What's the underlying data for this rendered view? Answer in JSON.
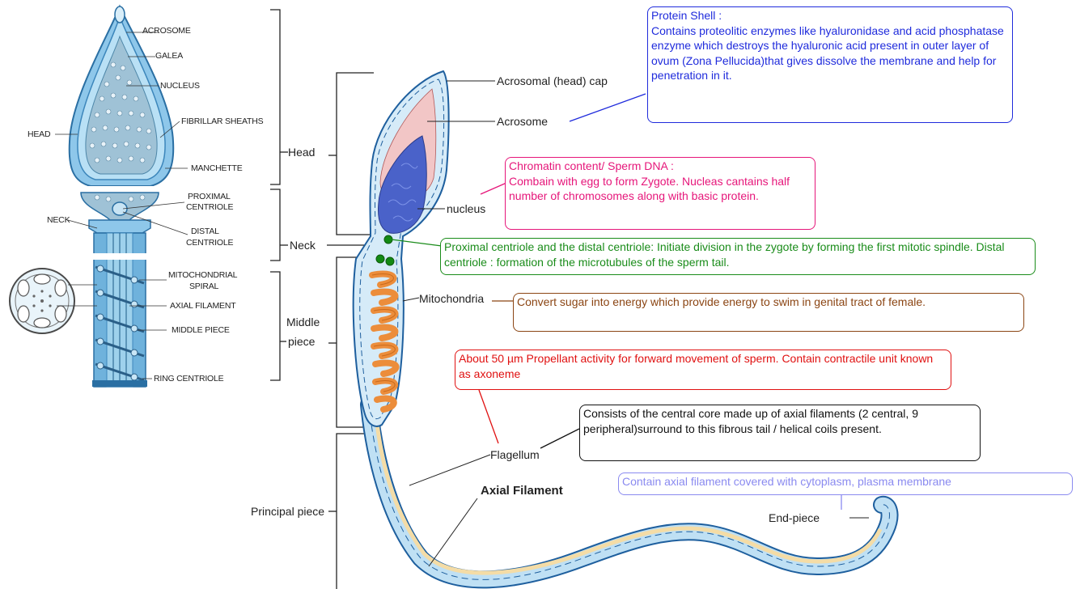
{
  "left_panel": {
    "labels": {
      "acrosome": "ACROSOME",
      "galea": "GALEA",
      "nucleus": "NUCLEUS",
      "fibrillar": "FIBRILLAR SHEATHS",
      "head": "HEAD",
      "manchette": "MANCHETTE",
      "proximal1": "PROXIMAL",
      "proximal2": "CENTRIOLE",
      "neck": "NECK",
      "distal1": "DISTAL",
      "distal2": "CENTRIOLE",
      "mito1": "MITOCHONDRIAL",
      "mito2": "SPIRAL",
      "axial": "AXIAL FILAMENT",
      "middle": "MIDDLE PIECE",
      "ring": "RING CENTRIOLE"
    }
  },
  "sections": {
    "head": "Head",
    "neck": "Neck",
    "middle1": "Middle",
    "middle2": "piece",
    "principal": "Principal piece"
  },
  "parts": {
    "acrosomal_cap": "Acrosomal (head) cap",
    "acrosome": "Acrosome",
    "nucleus": "nucleus",
    "mitochondria": "Mitochondria",
    "flagellum": "Flagellum",
    "axial_filament": "Axial Filament",
    "end_piece": "End-piece"
  },
  "callouts": {
    "protein_shell": {
      "title": "Protein Shell :",
      "body": "Contains  proteolitic enzymes like hyaluronidase and acid phosphatase enzyme which destroys the hyaluronic acid present in outer layer of ovum (Zona Pellucida)that gives dissolve the membrane and help for penetration in it.",
      "color": "#1f2bdc"
    },
    "chromatin": {
      "title": "Chromatin content/ Sperm DNA :",
      "body": "Combain with egg to form Zygote. Nucleas cantains half number of chromosomes along with basic protein.",
      "color": "#e6167a"
    },
    "centrioles": {
      "body": "Proximal centriole and the distal centriole: Initiate division in the zygote by forming the first mitotic spindle. Distal centriole : formation of the microtubules of the sperm tail.",
      "color": "#1a8c1a"
    },
    "mitochondria": {
      "body": "Convert sugar into energy which provide energy to swim in genital tract of female.",
      "color": "#8b4513"
    },
    "flagellum": {
      "body": "About 50 µm Propellant activity for forward movement of sperm. Contain contractile unit known as axoneme",
      "color": "#e01010"
    },
    "axial": {
      "body": "Consists of the central core made up of axial filaments (2 central, 9 peripheral)surround to  this fibrous tail / helical coils present.",
      "color": "#111111"
    },
    "end_piece": {
      "body": "Contain axial filament covered with cytoplasm, plasma membrane",
      "color": "#8a8af0"
    }
  }
}
